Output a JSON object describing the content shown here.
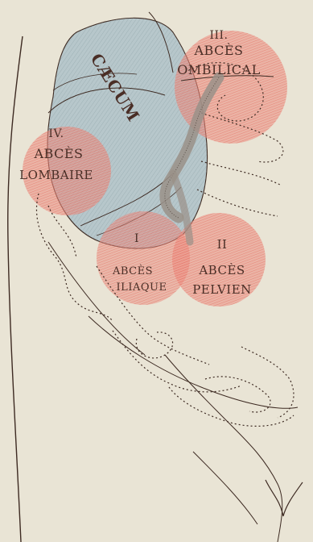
{
  "background": "#e9e4d5",
  "colors": {
    "caecum_fill": "#b7c7cb",
    "abscess_fill": "#ec8a7e",
    "ink": "#3d2a22",
    "appendix": "#9a9088"
  },
  "caecum": {
    "label": "CÆCUM"
  },
  "abscesses": [
    {
      "id": "iliaque",
      "numeral": "I",
      "lines": [
        "ABCÈS",
        "ILIAQUE"
      ]
    },
    {
      "id": "pelvien",
      "numeral": "II",
      "lines": [
        "ABCÈS",
        "PELVIEN"
      ]
    },
    {
      "id": "ombilical",
      "numeral": "III.",
      "lines": [
        "ABCÈS",
        "OMBILICAL"
      ]
    },
    {
      "id": "lombaire",
      "numeral": "IV.",
      "lines": [
        "ABCÈS",
        "LOMBAIRE"
      ]
    }
  ]
}
